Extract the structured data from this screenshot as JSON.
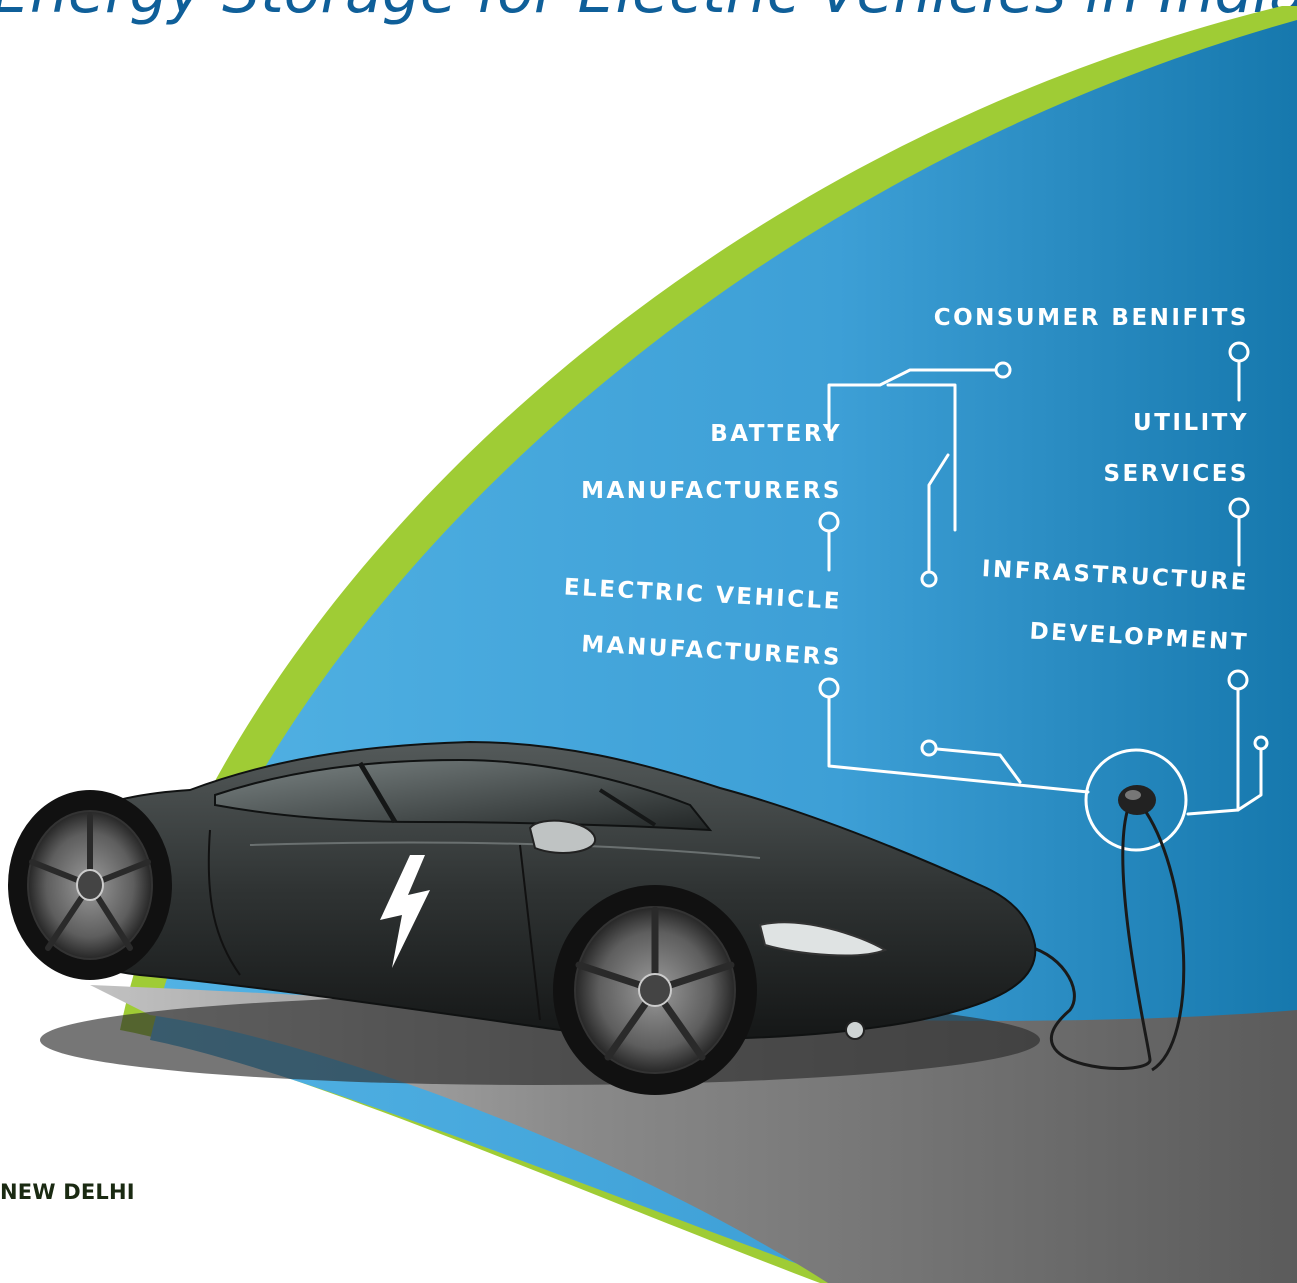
{
  "title": "Energy Storage for Electric Vehicles in India",
  "location": "NEW DELHI",
  "labels": {
    "consumer_benefits": "CONSUMER BENIFITS",
    "battery": "BATTERY",
    "battery_manufacturers": "MANUFACTURERS",
    "utility": "UTILITY",
    "services": "SERVICES",
    "electric_vehicle": "ELECTRIC VEHICLE",
    "ev_manufacturers": "MANUFACTURERS",
    "infrastructure": "INFRASTRUCTURE",
    "development": "DEVELOPMENT"
  },
  "colors": {
    "title": "#0f5f99",
    "green_band": "#9fcc35",
    "sky_blue": "#4aa9dd",
    "road_gray": "#7d7d7d",
    "car_body": "#2c2f2f"
  },
  "icons": [
    "lightning-bolt-icon",
    "charging-plug-icon",
    "car-wheel-icon"
  ]
}
